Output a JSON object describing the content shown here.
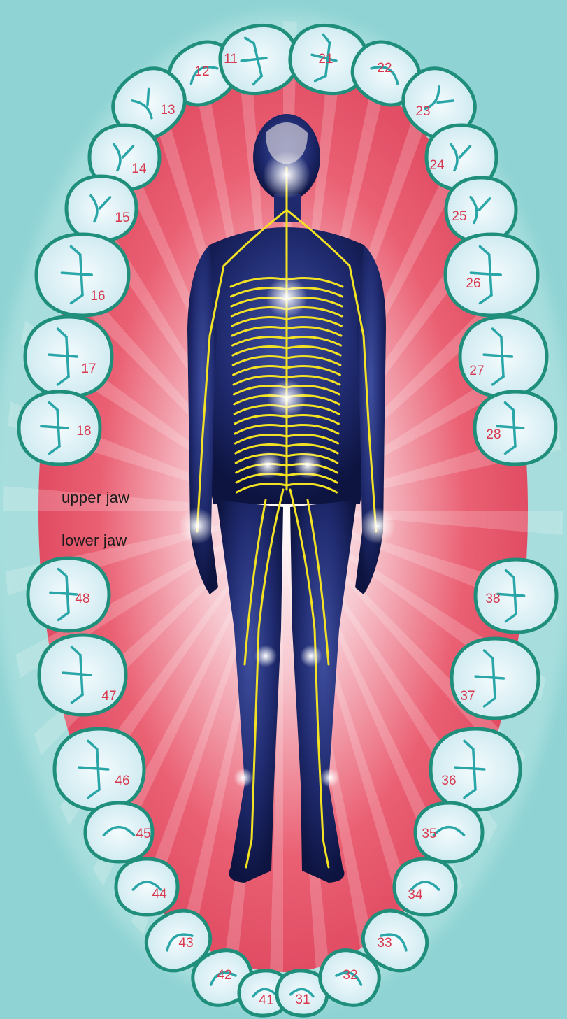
{
  "labels": {
    "upper_jaw": "upper jaw",
    "lower_jaw": "lower jaw"
  },
  "colors": {
    "background": "#8fd3d4",
    "gum": "#e8566b",
    "tooth_fill": "#dff3f7",
    "tooth_outline": "#1f8f7c",
    "tooth_fissure": "#2aa6a8",
    "number_text": "#d8394e",
    "nerves": "#f3e224",
    "body": "#1d2a6b"
  },
  "teeth": {
    "upper": [
      "12",
      "11",
      "21",
      "22",
      "13",
      "23",
      "14",
      "24",
      "15",
      "25",
      "16",
      "26",
      "17",
      "27",
      "18",
      "28"
    ],
    "lower": [
      "48",
      "38",
      "47",
      "37",
      "46",
      "36",
      "45",
      "35",
      "44",
      "34",
      "43",
      "33",
      "42",
      "41",
      "31",
      "32"
    ]
  }
}
